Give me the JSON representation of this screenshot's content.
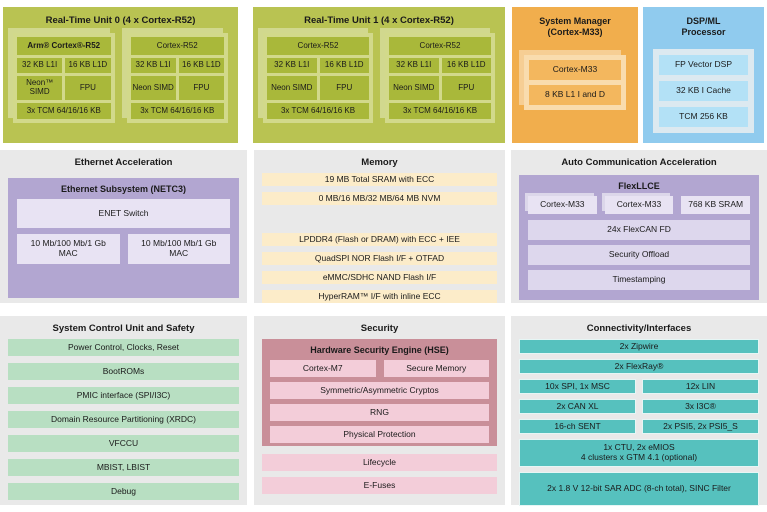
{
  "colors": {
    "green": "#b9c352",
    "greenCell": "#a9b83a",
    "orange": "#f1ae4d",
    "orangeCell": "#f3b75e",
    "blue": "#90cbee",
    "blueCell": "#b3e1f6",
    "purple": "#b2a6d1",
    "purpleCell": "#e8e3f3",
    "cream": "#fcecc9",
    "mint": "#b8dfc2",
    "rose": "#c98f99",
    "pink": "#f3cdd9",
    "teal": "#56c1be",
    "sectionGray": "#e9e9e9"
  },
  "rtu0": {
    "title": "Real-Time Unit 0 (4 x Cortex-R52)",
    "cores": [
      {
        "name": "Arm® Cortex®-R52",
        "l1i": "32 KB L1I",
        "l1d": "16 KB L1D",
        "simd": "Neon™ SIMD",
        "fpu": "FPU",
        "tcm": "3x TCM 64/16/16 KB"
      },
      {
        "name": "Cortex-R52",
        "l1i": "32 KB L1I",
        "l1d": "16 KB L1D",
        "simd": "Neon SIMD",
        "fpu": "FPU",
        "tcm": "3x TCM 64/16/16 KB"
      }
    ]
  },
  "rtu1": {
    "title": "Real-Time Unit 1 (4 x Cortex-R52)",
    "cores": [
      {
        "name": "Cortex-R52",
        "l1i": "32 KB L1I",
        "l1d": "16 KB L1D",
        "simd": "Neon SIMD",
        "fpu": "FPU",
        "tcm": "3x TCM 64/16/16 KB"
      },
      {
        "name": "Cortex-R52",
        "l1i": "32 KB L1I",
        "l1d": "16 KB L1D",
        "simd": "Neon SIMD",
        "fpu": "FPU",
        "tcm": "3x TCM 64/16/16 KB"
      }
    ]
  },
  "sysman": {
    "titleLine1": "System Manager",
    "titleLine2": "(Cortex-M33)",
    "rows": [
      "Cortex-M33",
      "8 KB L1 I and D"
    ]
  },
  "dsp": {
    "titleLine1": "DSP/ML",
    "titleLine2": "Processor",
    "rows": [
      "FP Vector DSP",
      "32 KB I Cache",
      "TCM 256 KB"
    ]
  },
  "ethernet": {
    "title": "Ethernet Acceleration",
    "subsystemTitle": "Ethernet Subsystem (NETC3)",
    "switchLabel": "ENET Switch",
    "mac1": "10 Mb/100 Mb/1 Gb MAC",
    "mac2": "10 Mb/100 Mb/1 Gb MAC"
  },
  "memory": {
    "title": "Memory",
    "rows": [
      "19 MB Total SRAM with ECC",
      "0 MB/16 MB/32 MB/64 MB NVM",
      "LPDDR4 (Flash or DRAM) with ECC + IEE",
      "QuadSPI NOR Flash I/F + OTFAD",
      "eMMC/SDHC NAND Flash I/F",
      "HyperRAM™ I/F with inline ECC"
    ]
  },
  "autocomm": {
    "title": "Auto Communication Acceleration",
    "flexTitle": "FlexLLCE",
    "cells": [
      "Cortex-M33",
      "Cortex-M33",
      "768 KB SRAM"
    ],
    "rows": [
      "24x FlexCAN FD",
      "Security Offload",
      "Timestamping"
    ]
  },
  "scu": {
    "title": "System Control Unit and Safety",
    "rows": [
      "Power Control, Clocks, Reset",
      "BootROMs",
      "PMIC interface (SPI/I3C)",
      "Domain Resource Partitioning (XRDC)",
      "VFCCU",
      "MBIST, LBIST",
      "Debug"
    ]
  },
  "security": {
    "title": "Security",
    "hseTitle": "Hardware Security Engine (HSE)",
    "cellA": "Cortex-M7",
    "cellB": "Secure Memory",
    "rows": [
      "Symmetric/Asymmetric Cryptos",
      "RNG",
      "Physical Protection"
    ],
    "outerRows": [
      "Lifecycle",
      "E-Fuses"
    ]
  },
  "conn": {
    "title": "Connectivity/Interfaces",
    "full1": "2x Zipwire",
    "full2": "2x FlexRay®",
    "pairs": [
      [
        "10x SPI, 1x MSC",
        "12x LIN"
      ],
      [
        "2x CAN XL",
        "3x I3C®"
      ],
      [
        "16-ch SENT",
        "2x PSI5, 2x PSI5_S"
      ]
    ],
    "ctuLine1": "1x CTU, 2x eMIOS",
    "ctuLine2": "4 clusters x GTM 4.1 (optional)",
    "adc": "2x 1.8 V 12-bit SAR ADC (8-ch total), SINC Filter"
  }
}
